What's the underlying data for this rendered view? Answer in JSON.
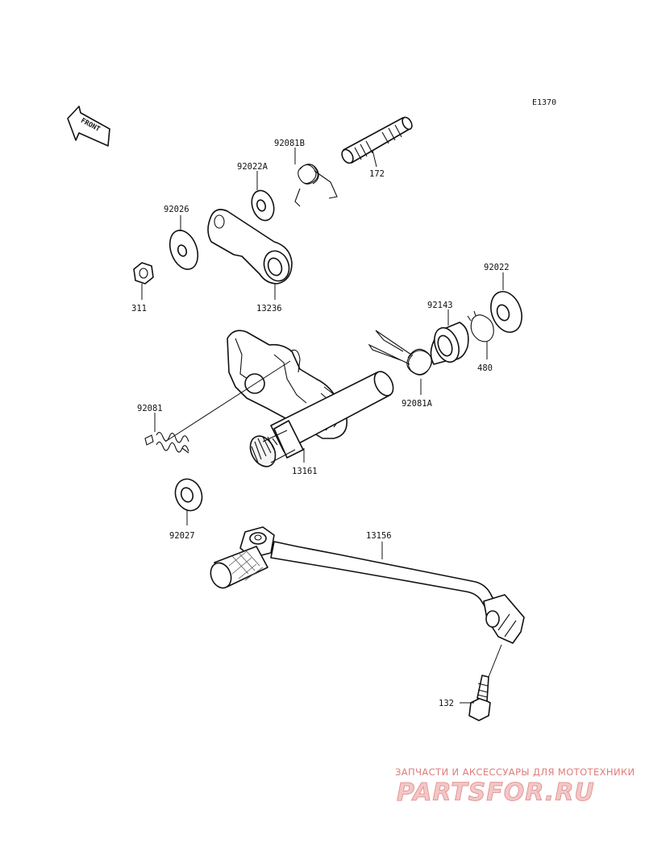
{
  "diagram_code": "E1370",
  "front_label": "FRONT",
  "parts": {
    "p172": "172",
    "p92081B": "92081B",
    "p92022A": "92022A",
    "p92026": "92026",
    "p311": "311",
    "p13236": "13236",
    "p92022": "92022",
    "p92143": "92143",
    "p480": "480",
    "p92081A": "92081A",
    "p92081": "92081",
    "p13161": "13161",
    "p92027": "92027",
    "p13156": "13156",
    "p132": "132"
  },
  "watermark": {
    "tagline": "ЗАПЧАСТИ И АКСЕССУАРЫ ДЛЯ МОТОТЕХНИКИ",
    "site": "PARTSFOR.RU"
  }
}
